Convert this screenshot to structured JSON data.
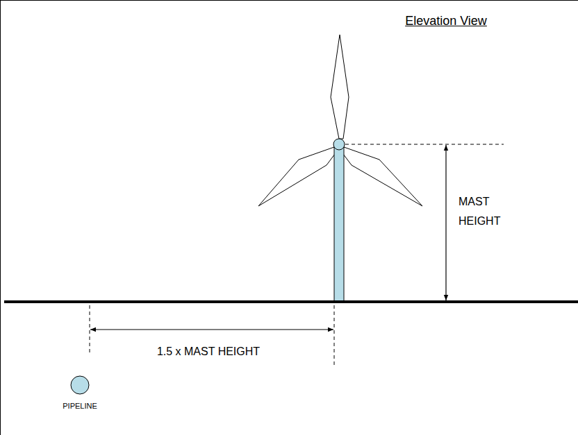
{
  "diagram": {
    "title": "Elevation View",
    "labels": [
      "MAST HEIGHT",
      "1.5 x MAST HEIGHT",
      "PIPELINE"
    ]
  }
}
